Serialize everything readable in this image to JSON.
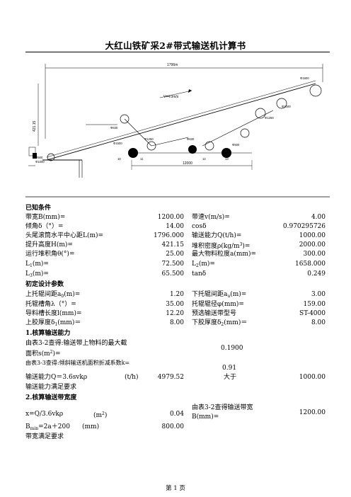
{
  "document": {
    "title": "大红山铁矿采2#带式输送机计算书",
    "footer": "第 1 页"
  },
  "diagram": {
    "total_length": "1796m",
    "speed": "V=4.0m/s",
    "height": "421.15",
    "lower_span": "12000",
    "pulley_labels": [
      "Φ1600",
      "Φ1000",
      "Φ1250",
      "Φ630",
      "Φ1500",
      "Φ1250",
      "Φ630",
      "Φ500",
      "Φ500",
      "Φ1000"
    ],
    "point_labels": [
      "10",
      "11",
      "12",
      "13"
    ]
  },
  "sections": {
    "known": "已知条件",
    "design": "初定设计参数",
    "capacity": "1.核算输送能力",
    "width": "2.核算输送带宽度"
  },
  "known": {
    "b_label": "带宽B(mm)=",
    "b_value": "1200.00",
    "v_label": "带速v(m/s)=",
    "v_value": "4.00",
    "delta_label": "倾角δ（°）=",
    "delta_value": "14.00",
    "cos_label": "cosδ",
    "cos_value": "0.970295726",
    "l_label": "头尾滚筒水平中心距L(m)=",
    "l_value": "1796.000",
    "q_label": "输送能力Q(t/h)=",
    "q_value": "1000.00",
    "h_label": "提升高度H(m)=",
    "h_value": "421.15",
    "rho_label": "堆积密度ρ(kg/m",
    "rho_label_end": ")=",
    "rho_value": "2000.00",
    "theta_label": "运行堆积角θ(°)=",
    "theta_value": "25.00",
    "a_label": "最大物料粒度a(mm)=",
    "a_value": "300.00",
    "l1_label": "L",
    "l1_label_end": "(m)=",
    "l1_value": "72.500",
    "l2_label": "L",
    "l2_label_end": "(m)=",
    "l2_value": "1658.000",
    "l3_label": "L",
    "l3_label_end": "(m)=",
    "l3_value": "65.500",
    "tan_label": "tanδ",
    "tan_value": "0.249"
  },
  "design": {
    "a0_label": "上托辊间距a",
    "a0_label_end": "(m)=",
    "a0_value": "1.20",
    "au_label": "下托辊间距a",
    "au_label_end": "(m)=",
    "au_value": "3.00",
    "lambda_label": "托辊槽角λ（°）=",
    "lambda_value": "35.00",
    "phi_label": "托辊辊径φ(mm)=",
    "phi_value": "159.00",
    "l_guide_label": "导料槽长度l(mm)=",
    "l_guide_value": "12.20",
    "belt_label": "预选输送带型号",
    "belt_value": "ST-4000",
    "top_label": "上胶厚度δ",
    "top_label_end": "(mm)＝",
    "top_value": "8.00",
    "bottom_label": "下胶厚度δ",
    "bottom_label_end": "(mm)＝",
    "bottom_value": "8.00"
  },
  "capacity": {
    "s_line1": "由表3-2查得:输送带上物料的最大截",
    "s_line2": "面积s(m",
    "s_line2_end": ")=",
    "s_value": "0.1900",
    "k_text": "由表3-3查得:倾斜输送机面积折减系数k=",
    "k_value": "0.91",
    "q_label": "输送能力Q＝3.6svkρ",
    "q_unit": "(t/h)",
    "q_value": "4979.52",
    "q_cmp": "大于",
    "q_req": "1000.00",
    "ok": "输送能力满足要求"
  },
  "width": {
    "x_label": "x=Q/3.6vkρ",
    "x_unit": "(m",
    "x_unit_end": ")",
    "x_value": "0.04",
    "b_ref1": "由表3-2查得输送带宽",
    "b_ref2": "B(mm)=",
    "b_ref_value": "1200.00",
    "bmin_label": "B",
    "bmin_label_end": "=2a＋200",
    "bmin_unit": "(mm)",
    "bmin_value": "800.00",
    "ok": "带宽满足要求"
  }
}
